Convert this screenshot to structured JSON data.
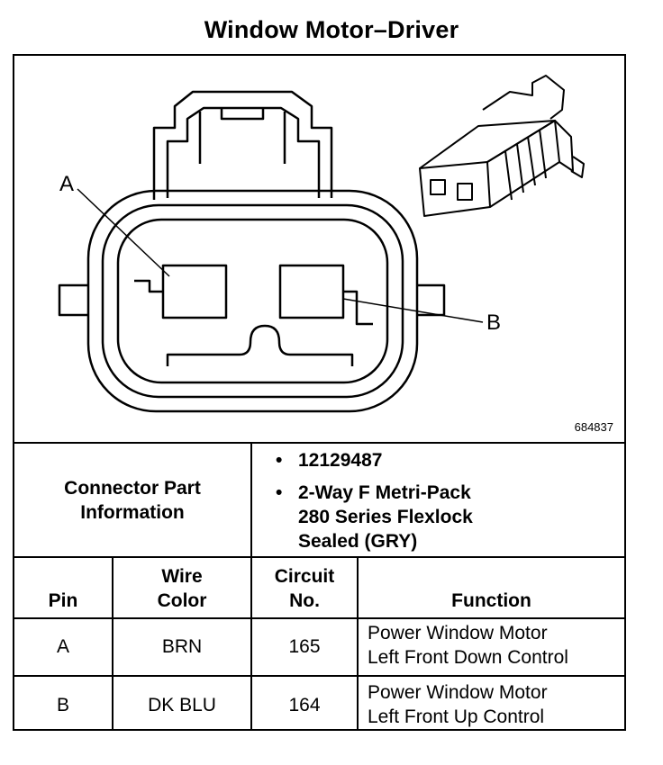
{
  "title": "Window Motor–Driver",
  "figure": {
    "id": "684837",
    "callouts": [
      "A",
      "B"
    ]
  },
  "connector_part_info": {
    "label": "Connector Part\nInformation",
    "items": [
      "12129487",
      "2-Way F Metri-Pack\n280 Series Flexlock\nSealed (GRY)"
    ]
  },
  "table": {
    "headers": {
      "pin": "Pin",
      "wire_color": "Wire\nColor",
      "circuit_no": "Circuit\nNo.",
      "function": "Function"
    },
    "rows": [
      {
        "pin": "A",
        "wire_color": "BRN",
        "circuit_no": "165",
        "function": "Power Window Motor\nLeft Front Down Control"
      },
      {
        "pin": "B",
        "wire_color": "DK BLU",
        "circuit_no": "164",
        "function": "Power Window Motor\nLeft Front Up Control"
      }
    ]
  }
}
